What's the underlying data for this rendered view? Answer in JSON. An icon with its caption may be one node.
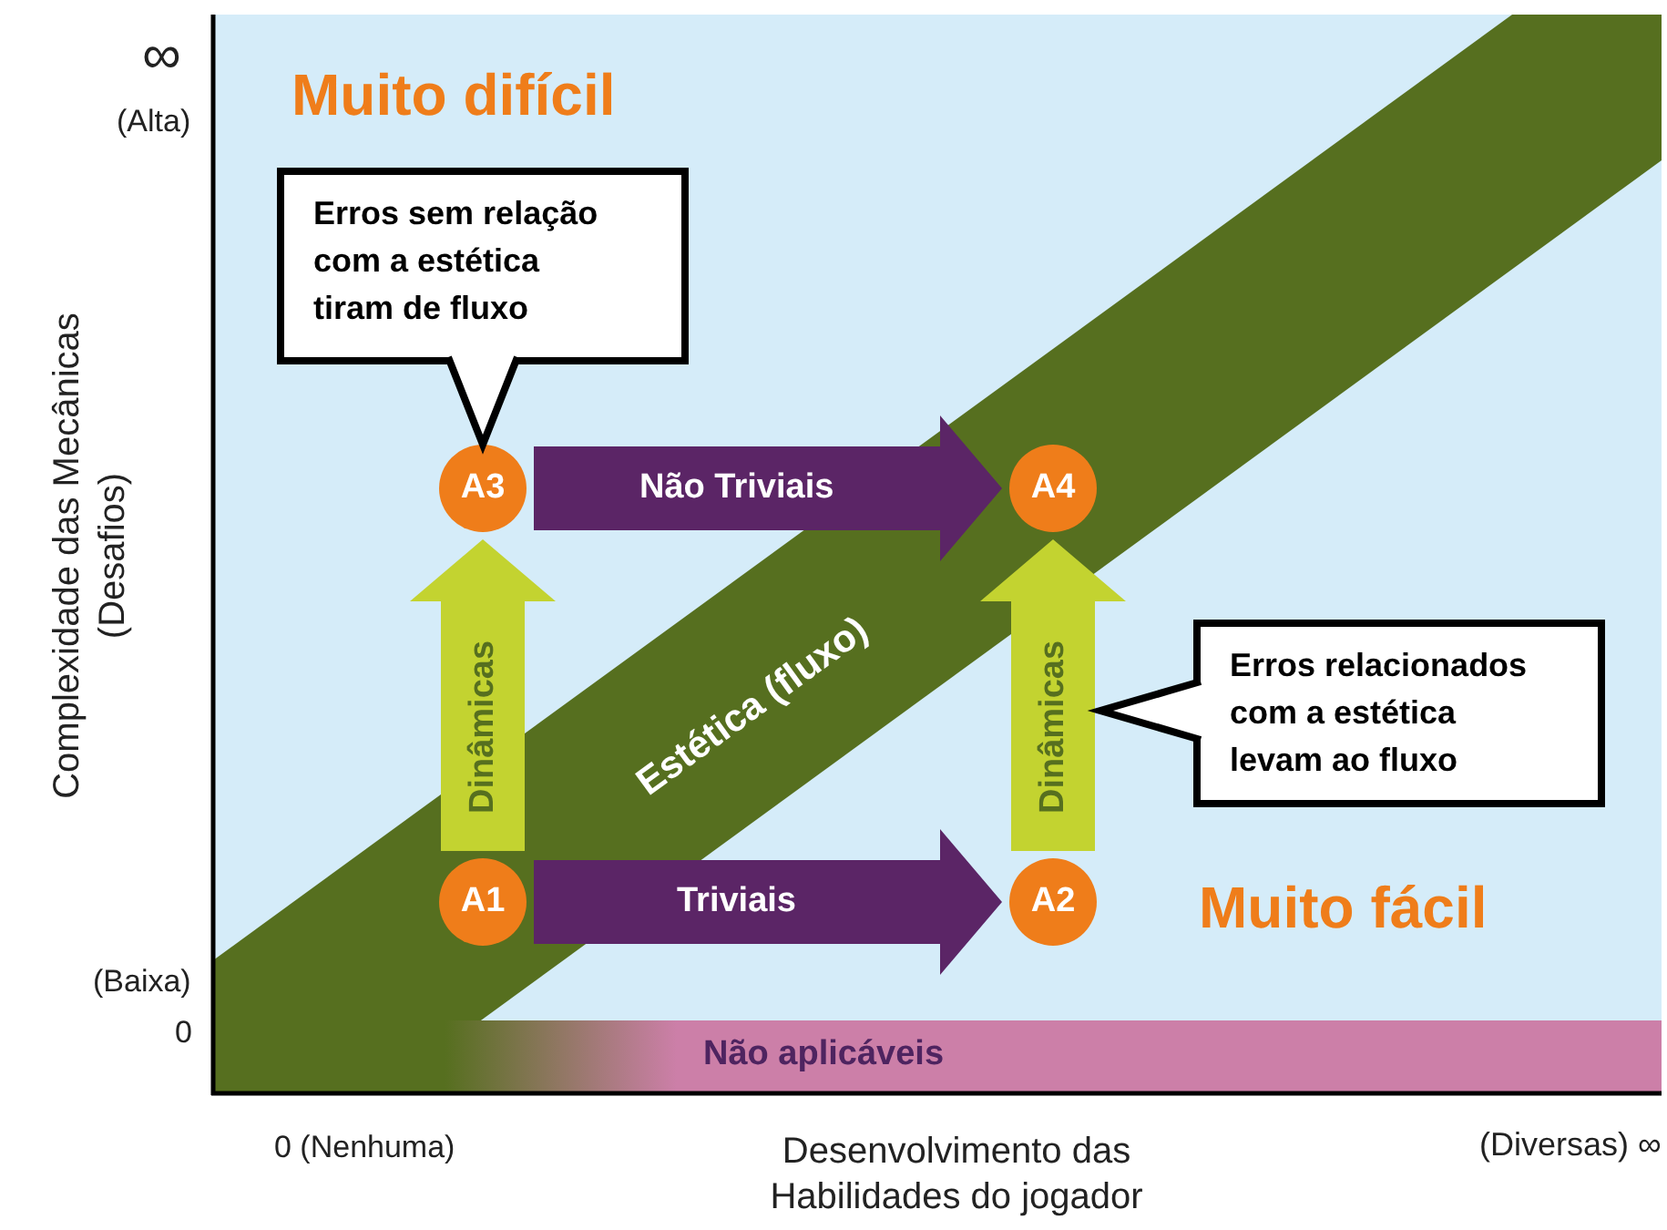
{
  "diagram": {
    "nodes": [
      {
        "text": [
          "Erros sem relação com a estética tiram de fluxo"
        ]
      },
      {
        "text": [
          "A3"
        ]
      },
      {
        "text": [
          "A4"
        ]
      },
      {
        "text": [
          "Erros relacionados com a estética levam ao fluxo"
        ]
      },
      {
        "text": [
          "A1"
        ]
      },
      {
        "text": [
          "A2"
        ]
      }
    ],
    "edges": [
      {
        "from": 1,
        "to": 2,
        "arrow": "to",
        "label": "Não Triviais",
        "style": "thick",
        "color": "#5b2566"
      },
      {
        "from": 4,
        "to": 1,
        "arrow": "to",
        "label": "Dinâmicas",
        "style": "thick",
        "color": "#c3d330"
      },
      {
        "from": 5,
        "to": 2,
        "arrow": "to",
        "label": "Dinâmicas",
        "style": "thick",
        "color": "#c3d330"
      },
      {
        "from": 4,
        "to": 5,
        "arrow": "to",
        "label": "Triviais",
        "style": "thick",
        "color": "#5b2566"
      },
      {
        "from": 0,
        "to": 1,
        "arrow": "to"
      },
      {
        "from": 3,
        "to": null,
        "arrow": "to"
      }
    ],
    "labels": [
      "∞",
      "Muito difícil",
      "(Alta)",
      "Complexidade das Mecânicas (Desafios)",
      "Estética (fluxo)",
      "Muito fácil",
      "(Baixa)",
      "0",
      "Não aplicáveis",
      "0 (Nenhuma)",
      "Desenvolvimento das Habilidades do jogador",
      "(Diversas) ∞"
    ]
  }
}
